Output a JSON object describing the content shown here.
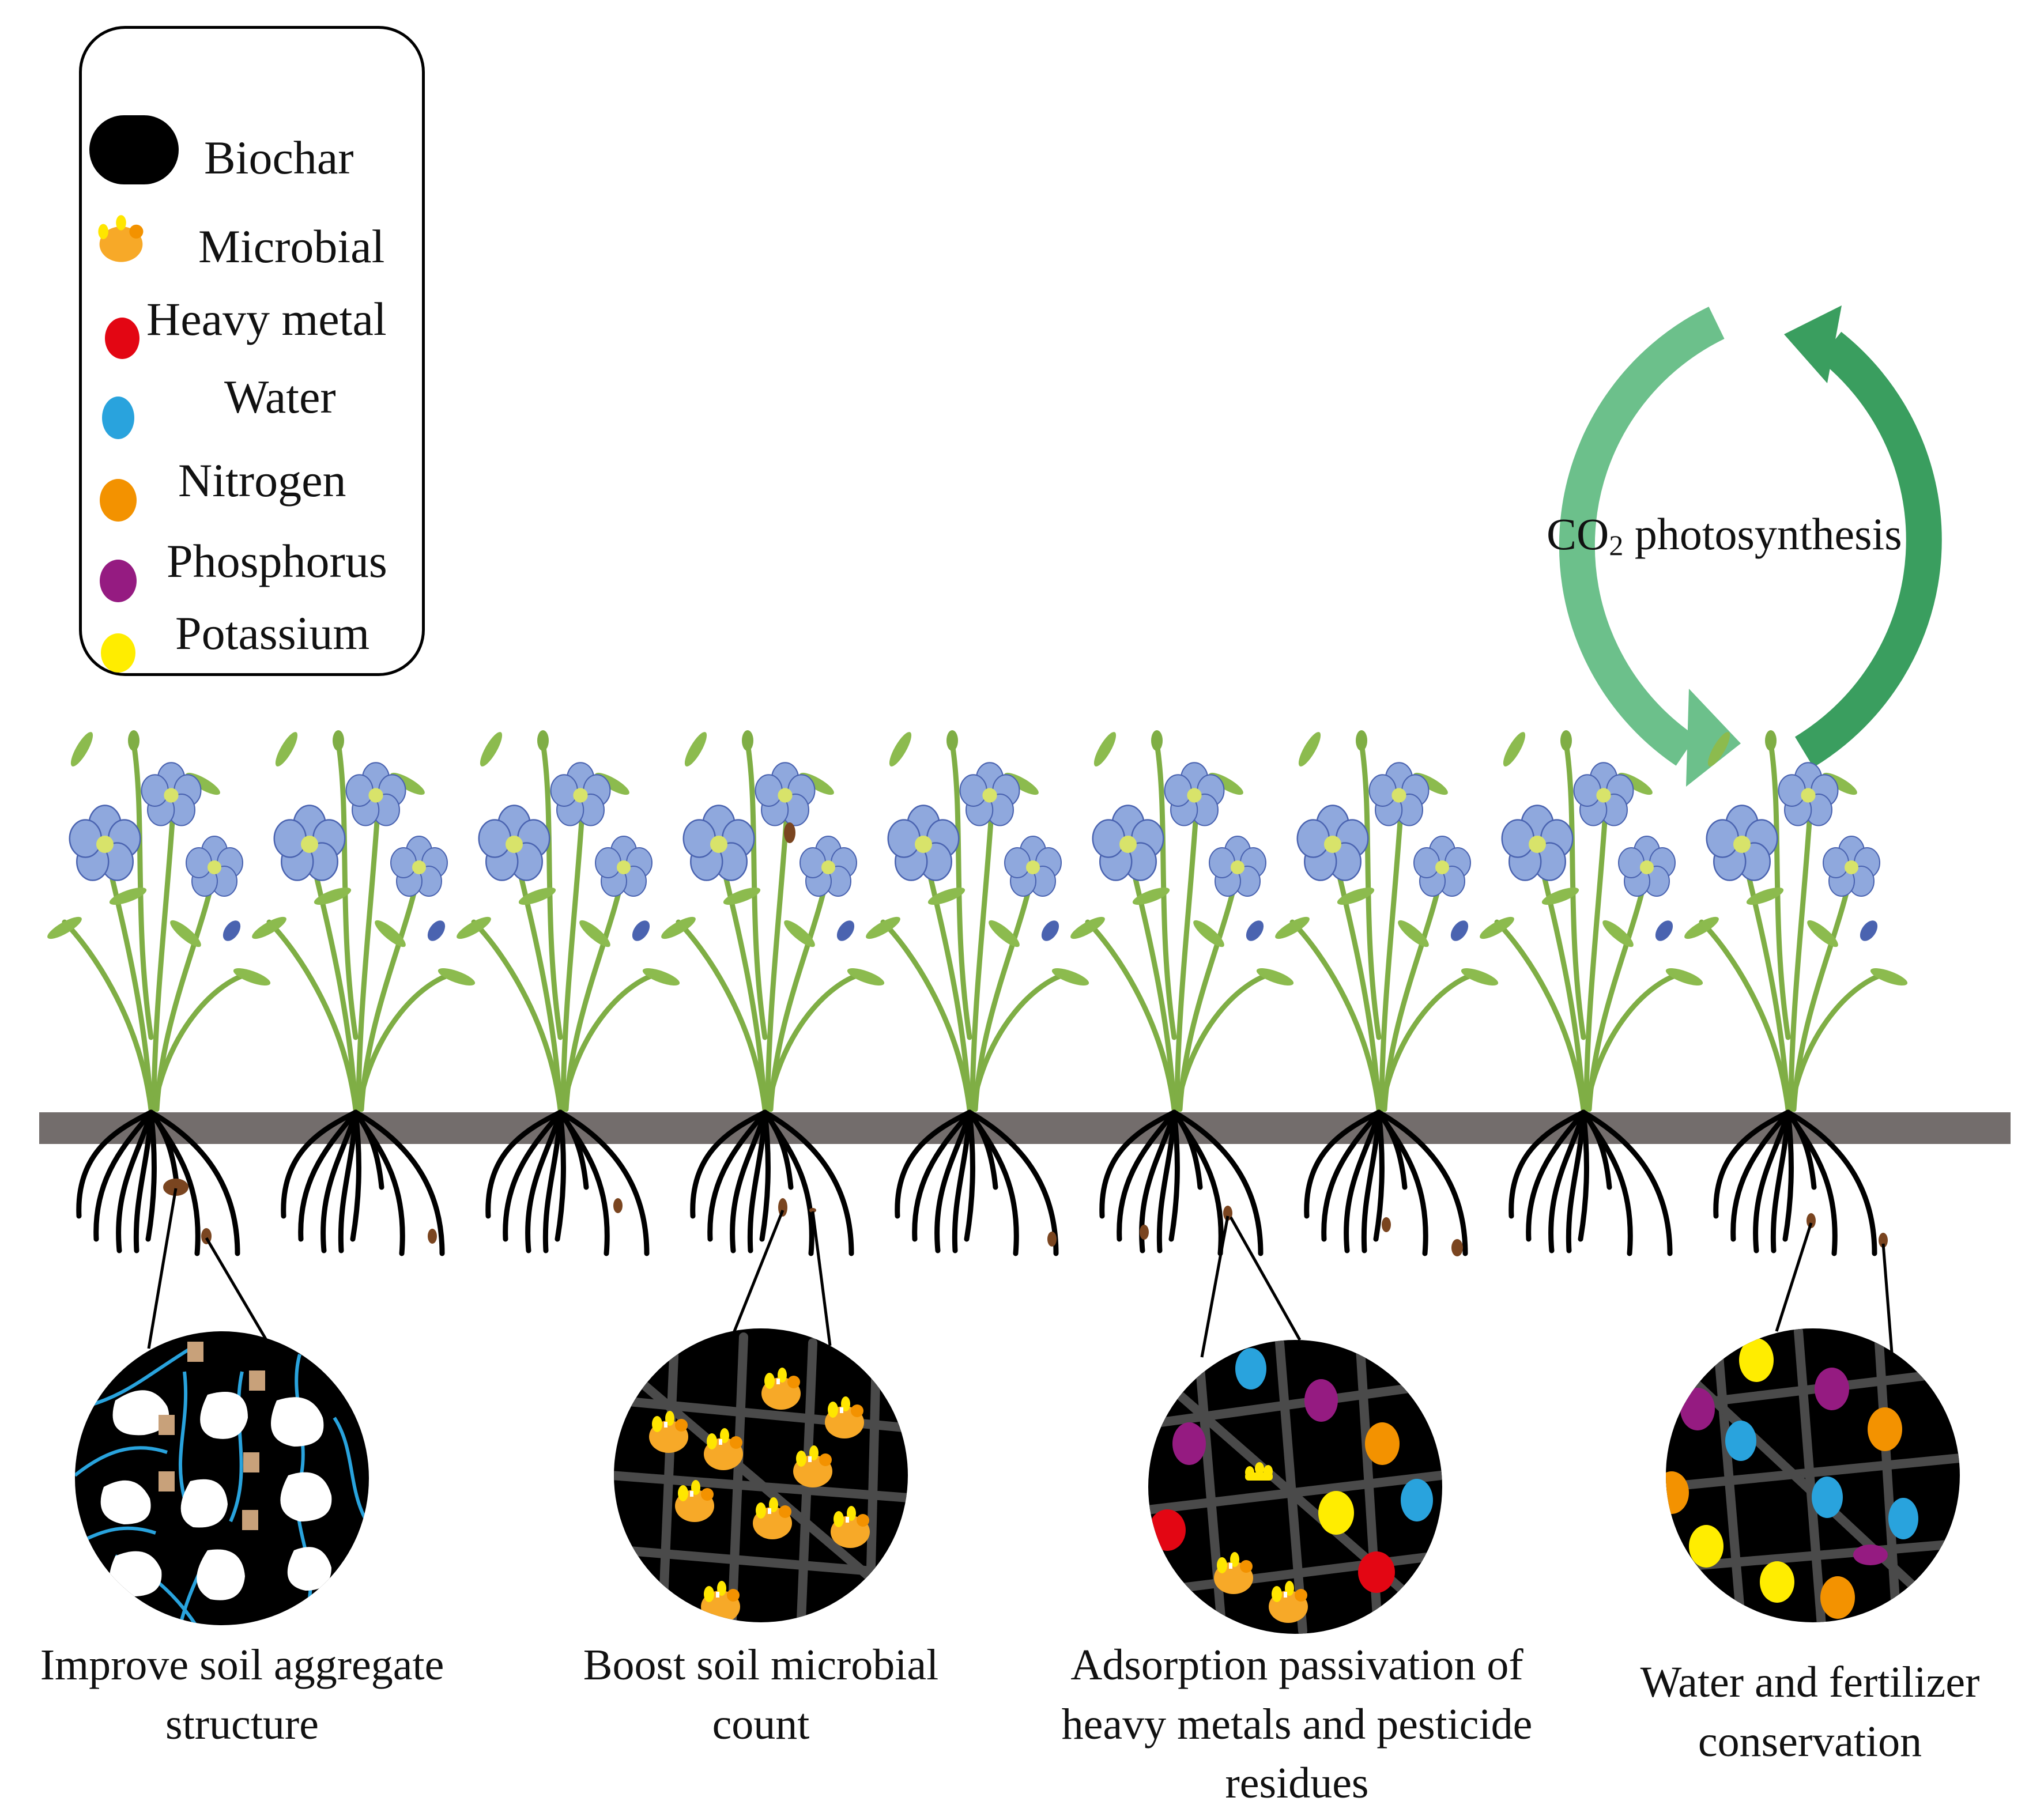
{
  "legend": {
    "items": [
      {
        "label": "Biochar",
        "icon": "biochar-blob-icon",
        "color": "#000000"
      },
      {
        "label": "Microbial",
        "icon": "microbe-icon",
        "color": "#f7a928"
      },
      {
        "label": "Heavy metal",
        "icon": "heavy-metal-dot-icon",
        "color": "#e30613"
      },
      {
        "label": "Water",
        "icon": "water-dot-icon",
        "color": "#29a3dd"
      },
      {
        "label": "Nitrogen",
        "icon": "nitrogen-dot-icon",
        "color": "#f39200"
      },
      {
        "label": "Phosphorus",
        "icon": "phosphorus-dot-icon",
        "color": "#951b81"
      },
      {
        "label": "Potassium",
        "icon": "potassium-dot-icon",
        "color": "#ffed00"
      }
    ]
  },
  "cycle": {
    "prefix": "CO",
    "subscript": "2",
    "suffix": " photosynthesis",
    "light_color": "#6cc08b",
    "dark_color": "#3a9e5f"
  },
  "plants": {
    "count": 9,
    "flower_color": "#7f9ad6",
    "stem_color": "#7fae45"
  },
  "soil": {
    "color": "#736d6c"
  },
  "effects": [
    {
      "caption_line1": "Improve soil aggregate",
      "caption_line2": "structure",
      "caption_line3": ""
    },
    {
      "caption_line1": "Boost soil microbial",
      "caption_line2": "count",
      "caption_line3": ""
    },
    {
      "caption_line1": "Adsorption passivation of",
      "caption_line2": "heavy metals and pesticide",
      "caption_line3": "residues"
    },
    {
      "caption_line1": "Water and fertilizer",
      "caption_line2": "conservation",
      "caption_line3": ""
    }
  ]
}
